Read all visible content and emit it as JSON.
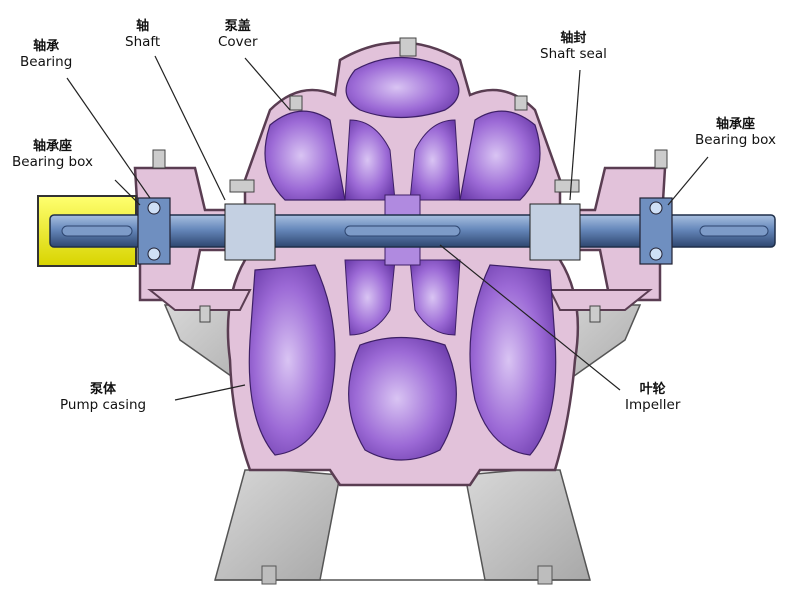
{
  "labels": {
    "bearing_left": {
      "zh": "轴承",
      "en": "Bearing"
    },
    "shaft": {
      "zh": "轴",
      "en": "Shaft"
    },
    "cover": {
      "zh": "泵盖",
      "en": "Cover"
    },
    "shaft_seal": {
      "zh": "轴封",
      "en": "Shaft seal"
    },
    "bearing_box_left": {
      "zh": "轴承座",
      "en": "Bearing box"
    },
    "bearing_box_right": {
      "zh": "轴承座",
      "en": "Bearing box"
    },
    "pump_casing": {
      "zh": "泵体",
      "en": "Pump casing"
    },
    "impeller": {
      "zh": "叶轮",
      "en": "Impeller"
    }
  },
  "colors": {
    "casing": "#e2c2da",
    "casing_edge": "#5a3d52",
    "chamber": "#8a55c8",
    "chamber_light": "#c7a8ee",
    "shaft": "#5a7fb0",
    "coupling": "#ffff33",
    "base": "#c9c9c9",
    "leader": "#222222"
  }
}
